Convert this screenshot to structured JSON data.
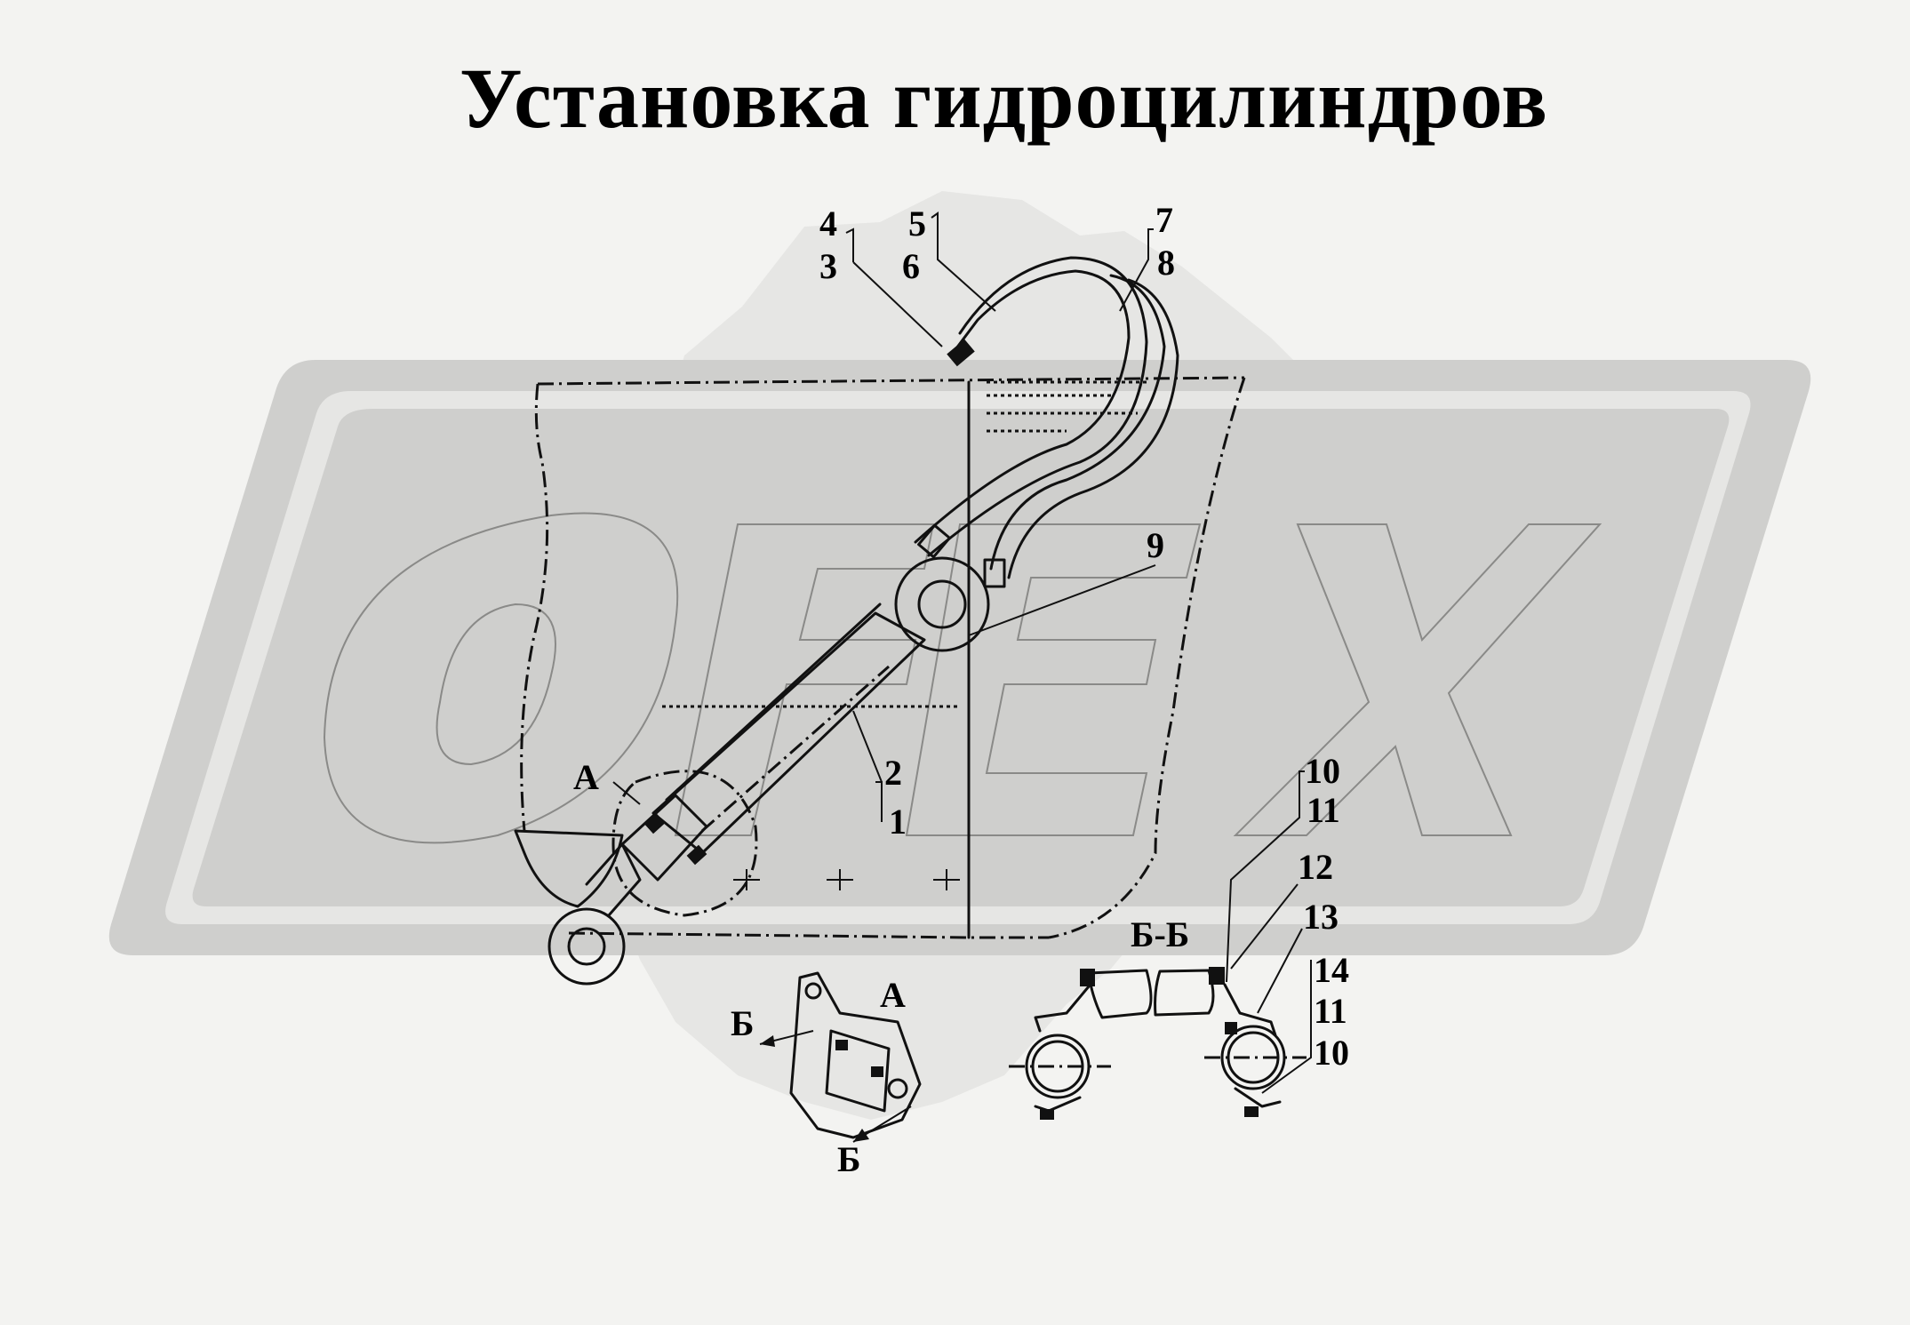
{
  "title": "Установка гидроцилиндров",
  "watermark": {
    "logo_text": "OPEX",
    "color": "#cfcfcd"
  },
  "callouts": {
    "c4": "4",
    "c3": "3",
    "c5": "5",
    "c6": "6",
    "c7": "7",
    "c8": "8",
    "c9": "9",
    "c2": "2",
    "c1": "1",
    "cA": "А",
    "c10a": "10",
    "c11a": "11",
    "c12": "12",
    "c13": "13",
    "c14": "14",
    "c11b": "11",
    "c10b": "10",
    "section": "Б-Б",
    "viewA": "А",
    "b_top": "Б",
    "b_bottom": "Б"
  }
}
